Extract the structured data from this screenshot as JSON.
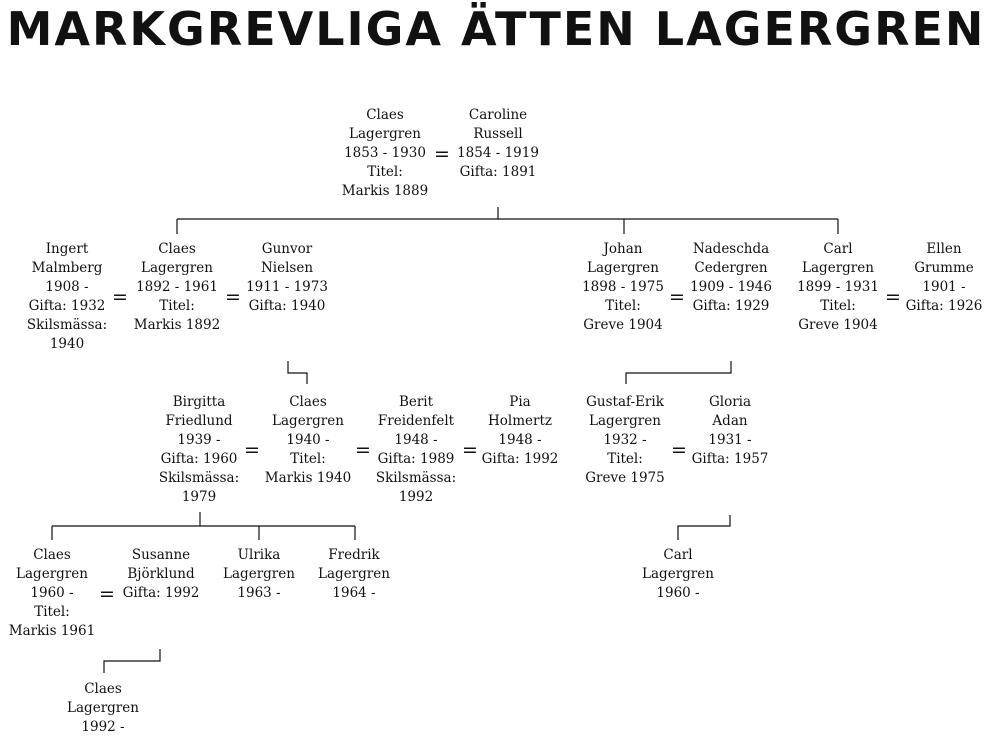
{
  "title": "MARKGREVLIGA ÄTTEN LAGERGREN",
  "persons": {
    "claes_1853": [
      "Claes",
      "Lagergren",
      "1853 - 1930",
      "Titel:",
      "Markis 1889"
    ],
    "caroline": [
      "Caroline",
      "Russell",
      "1854 - 1919",
      "Gifta: 1891"
    ],
    "ingert": [
      "Ingert",
      "Malmberg",
      "1908 -",
      "Gifta: 1932",
      "Skilsmässa:",
      "1940"
    ],
    "claes_1892": [
      "Claes",
      "Lagergren",
      "1892 - 1961",
      "Titel:",
      "Markis 1892"
    ],
    "gunvor": [
      "Gunvor",
      "Nielsen",
      "1911 - 1973",
      "Gifta: 1940"
    ],
    "johan": [
      "Johan",
      "Lagergren",
      "1898 - 1975",
      "Titel:",
      "Greve 1904"
    ],
    "nadeschda": [
      "Nadeschda",
      "Cedergren",
      "1909 - 1946",
      "Gifta: 1929"
    ],
    "carl_1899": [
      "Carl",
      "Lagergren",
      "1899 - 1931",
      "Titel:",
      "Greve 1904"
    ],
    "ellen": [
      "Ellen",
      "Grumme",
      "1901 -",
      "Gifta: 1926"
    ],
    "birgitta": [
      "Birgitta",
      "Friedlund",
      "1939 -",
      "Gifta: 1960",
      "Skilsmässa:",
      "1979"
    ],
    "claes_1940": [
      "Claes",
      "Lagergren",
      "1940 -",
      "Titel:",
      "Markis 1940"
    ],
    "berit": [
      "Berit",
      "Freidenfelt",
      "1948 -",
      "Gifta: 1989",
      "Skilsmässa:",
      "1992"
    ],
    "pia": [
      "Pia",
      "Holmertz",
      "1948 -",
      "Gifta: 1992"
    ],
    "gustaf_erik": [
      "Gustaf-Erik",
      "Lagergren",
      "1932 -",
      "Titel:",
      "Greve 1975"
    ],
    "gloria": [
      "Gloria",
      "Adan",
      "1931 -",
      "Gifta: 1957"
    ],
    "claes_1960": [
      "Claes",
      "Lagergren",
      "1960 -",
      "Titel:",
      "Markis 1961"
    ],
    "susanne": [
      "Susanne",
      "Björklund",
      "Gifta: 1992"
    ],
    "ulrika": [
      "Ulrika",
      "Lagergren",
      "1963 -"
    ],
    "fredrik": [
      "Fredrik",
      "Lagergren",
      "1964 -"
    ],
    "carl_1960": [
      "Carl",
      "Lagergren",
      "1960 -"
    ],
    "claes_1992": [
      "Claes",
      "Lagergren",
      "1992 -"
    ]
  },
  "marriage_symbol": "="
}
